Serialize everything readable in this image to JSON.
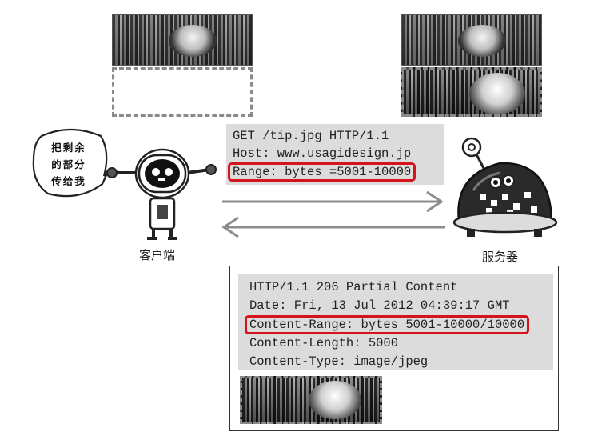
{
  "client": {
    "label": "客户端",
    "speech_lines": [
      "把剩余",
      "的部分",
      "传给我"
    ]
  },
  "server": {
    "label": "服务器"
  },
  "request": {
    "lines": [
      "GET /tip.jpg HTTP/1.1",
      "Host: www.usagidesign.jp"
    ],
    "highlighted_line": "Range: bytes =5001-10000"
  },
  "response": {
    "line_1": "HTTP/1.1 206 Partial Content",
    "line_2": "Date: Fri, 13 Jul 2012 04:39:17 GMT",
    "highlighted_line": "Content-Range: bytes 5001-10000/10000",
    "line_4": "Content-Length: 5000",
    "line_5": "Content-Type: image/jpeg"
  },
  "colors": {
    "highlight_border": "#d4141c",
    "code_background": "#dcdcdc",
    "dashed_border": "#8a8a8a"
  }
}
